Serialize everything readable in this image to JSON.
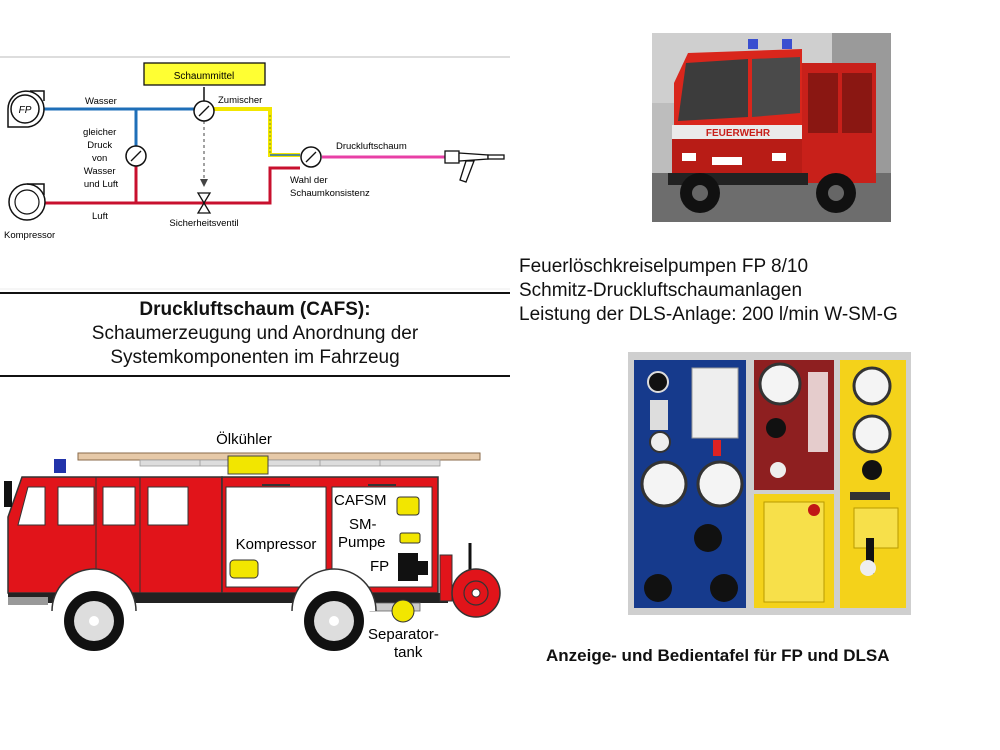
{
  "schematic": {
    "pump_label": "FP",
    "compressor_label": "Kompressor",
    "water_label": "Wasser",
    "air_label": "Luft",
    "foam_agent_label": "Schaummittel",
    "mixer_label": "Zumischer",
    "equal_pressure_label": [
      "gleicher",
      "Druck",
      "von",
      "Wasser",
      "und Luft"
    ],
    "safety_valve_label": "Sicherheitsventil",
    "cafs_line_label": "Druckluftschaum",
    "consistency_label": [
      "Wahl der",
      "Schaumkonsistenz"
    ],
    "colors": {
      "water": "#1f6fb8",
      "air": "#c8102e",
      "foam_agent": "#f2e600",
      "foam": "#e83fa6",
      "foam_box": "#ffff33"
    }
  },
  "caption": {
    "title": "Druckluftschaum (CAFS):",
    "line1": "Schaumerzeugung und Anordnung der",
    "line2": "Systemkomponenten im Fahrzeug"
  },
  "truck_diagram": {
    "oil_cooler_label": "Ölkühler",
    "compressor_label": "Kompressor",
    "cafsm_label": "CAFSM",
    "sm_pump_label": [
      "SM-",
      "Pumpe"
    ],
    "fp_label": "FP",
    "separator_label": [
      "Separator-",
      "tank"
    ]
  },
  "photo_truck": {
    "sign_text": "FEUERWEHR"
  },
  "specs": [
    "Feuerlöschkreiselpumpen FP 8/10",
    "Schmitz-Druckluftschaumanlagen",
    "Leistung der DLS-Anlage: 200 l/min W-SM-G"
  ],
  "panel_caption": "Anzeige- und Bedientafel für FP und DLSA"
}
